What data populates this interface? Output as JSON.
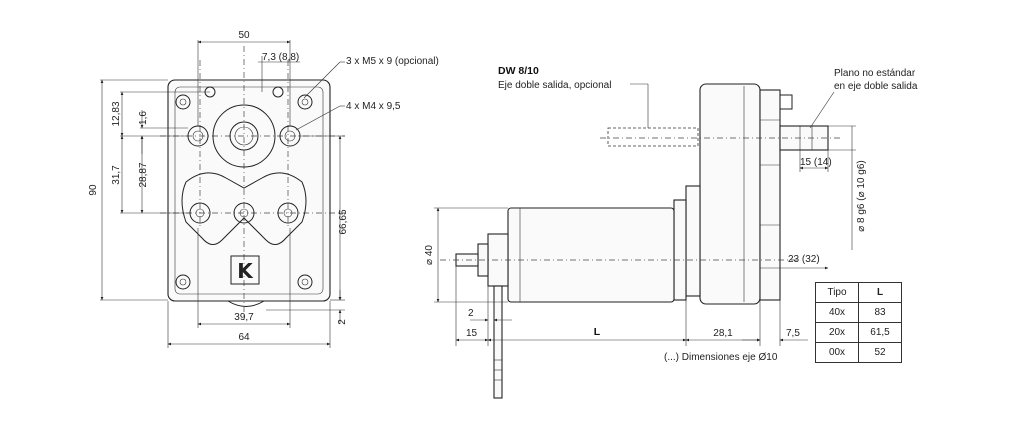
{
  "front_view": {
    "dim_width_top": "50",
    "dim_offset": "7,3 (8,8)",
    "dim_height_total": "90",
    "dim_12_83": "12,83",
    "dim_1_6": "1,6",
    "dim_31_7": "31,7",
    "dim_28_87": "28,87",
    "dim_66_65": "66,65",
    "dim_39_7": "39,7",
    "dim_64": "64",
    "dim_2": "2",
    "note_m5": "3 x M5 x 9 (opcional)",
    "note_m4": "4 x M4 x 9,5",
    "logo": "K"
  },
  "side_view": {
    "title": "DW 8/10",
    "subtitle": "Eje doble salida, opcional",
    "note_plano_1": "Plano no estándar",
    "note_plano_2": "en eje doble salida",
    "dim_15_14": "15 (14)",
    "dim_shaft_dia": "⌀ 8 g6 (⌀ 10 g6)",
    "dim_23_32": "23 (32)",
    "dim_dia_40": "⌀ 40",
    "dim_2": "2",
    "dim_15": "15",
    "dim_L": "L",
    "dim_28_1": "28,1",
    "dim_7_5": "7,5",
    "note_dimensions": "(...) Dimensiones eje Ø10"
  },
  "table": {
    "headers": [
      "Tipo",
      "L"
    ],
    "rows": [
      [
        "40x",
        "83"
      ],
      [
        "20x",
        "61,5"
      ],
      [
        "00x",
        "52"
      ]
    ]
  }
}
